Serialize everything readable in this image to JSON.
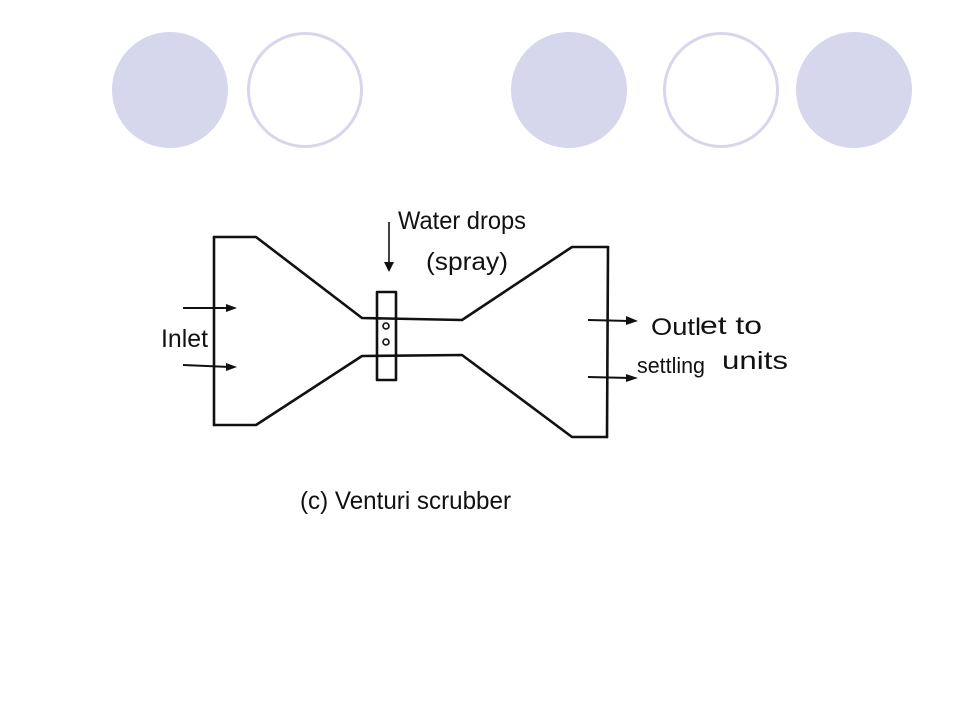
{
  "decor": {
    "circles": [
      {
        "style": "filled",
        "color": "#d6d6ec"
      },
      {
        "style": "outlined",
        "color": "#d6d6ec"
      },
      {
        "style": "filled",
        "color": "#d6d6ec"
      },
      {
        "style": "outlined",
        "color": "#d6d6ec"
      },
      {
        "style": "filled",
        "color": "#d6d6ec"
      }
    ]
  },
  "diagram": {
    "water_label_line1": "Water drops",
    "water_label_line2": "(spray)",
    "inlet_label": "Inlet",
    "outlet_line1_a": "Outl",
    "outlet_line1_b": "et to",
    "outlet_line2_a": "settling",
    "outlet_line2_b": "units",
    "caption": "(c) Venturi scrubber"
  }
}
